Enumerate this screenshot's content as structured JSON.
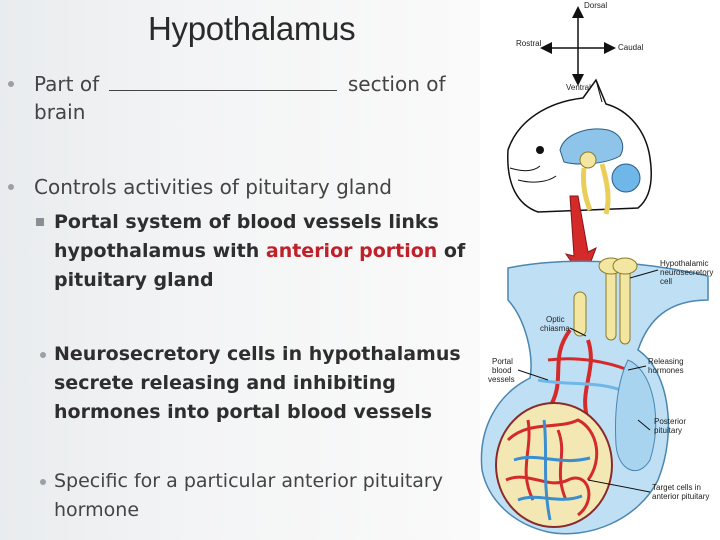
{
  "slide": {
    "title": "Hypothalamus",
    "bullet1": {
      "prefix": "Part of ",
      "suffix": " section of brain"
    },
    "bullet2": {
      "text": "Controls activities of pituitary gland",
      "sub1_before": "Portal system of blood vessels links hypothalamus with ",
      "sub1_highlight": "anterior portion",
      "sub1_after": " of pituitary gland",
      "sub2": "Neurosecretory cells in hypothalamus secrete releasing and inhibiting hormones into portal blood vessels",
      "sub3": "Specific for a particular anterior pituitary hormone"
    }
  },
  "figure": {
    "compass": {
      "dorsal": "Dorsal",
      "rostral": "Rostral",
      "caudal": "Caudal",
      "ventral": "Ventral"
    },
    "labels": {
      "hypothalamic_neurosecretory_cell": [
        "Hypothalamic",
        "neurosecretory",
        "cell"
      ],
      "optic_chiasma": [
        "Optic",
        "chiasma"
      ],
      "portal_blood_vessels": [
        "Portal",
        "blood",
        "vessels"
      ],
      "releasing_hormones": [
        "Releasing",
        "hormones"
      ],
      "posterior_pituitary": [
        "Posterior",
        "pituitary"
      ],
      "target_cells": [
        "Target cells in",
        "anterior pituitary"
      ]
    },
    "colors": {
      "red": "#d42a2a",
      "blue": "#6fb7e8",
      "yellow": "#f2e6a0",
      "accent_text": "#c0202a"
    }
  }
}
